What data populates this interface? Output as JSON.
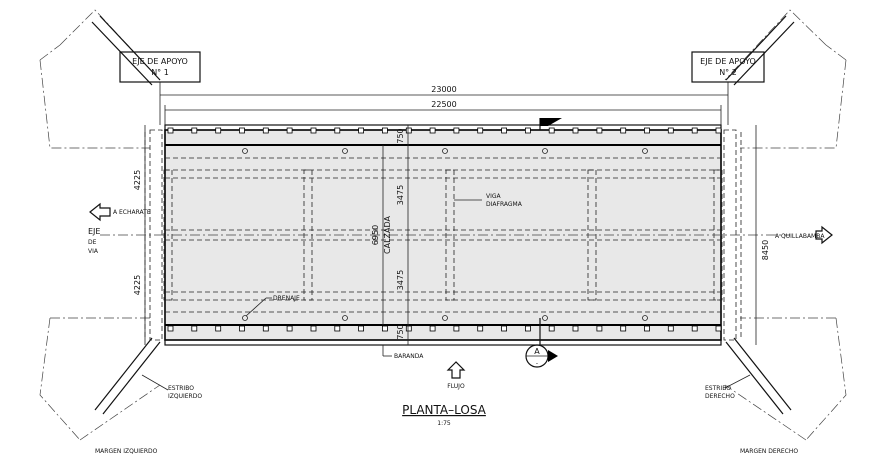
{
  "drawing": {
    "title": "PLANTA–LOSA",
    "scale": "1:75"
  },
  "supports": {
    "left": {
      "line1": "EJE DE APOYO",
      "line2": "N° 1"
    },
    "right": {
      "line1": "EJE DE APOYO",
      "line2": "N° 2"
    }
  },
  "dimensions": {
    "total_length": "23000",
    "span_length": "22500",
    "total_width": "8450",
    "half_width_top": "4225",
    "half_width_bottom": "4225",
    "lane_top": "3475",
    "lane_bottom": "3475",
    "sidewalk_top": "750",
    "sidewalk_bottom": "750",
    "roadway_width": "6950"
  },
  "labels": {
    "roadway": "CALZADA",
    "diaphragm_line1": "VIGA",
    "diaphragm_line2": "DIAFRAGMA",
    "drain": "DRENAJE",
    "railing": "BARANDA",
    "flow": "FLUJO",
    "section_marker": "A",
    "section_sub": "-",
    "axis_line1": "EJE",
    "axis_line2": "DE",
    "axis_line3": "VIA",
    "dir_left": "A ECHARATE",
    "dir_right": "A QUILLABAMBA",
    "abutment_left_line1": "ESTRIBO",
    "abutment_left_line2": "IZQUIERDO",
    "abutment_right_line1": "ESTRIBO",
    "abutment_right_line2": "DERECHO",
    "bank_left": "MARGEN IZQUIERDO",
    "bank_right": "MARGEN DERECHO"
  },
  "colors": {
    "slab_fill": "#e8e8e8",
    "line": "#111111"
  }
}
